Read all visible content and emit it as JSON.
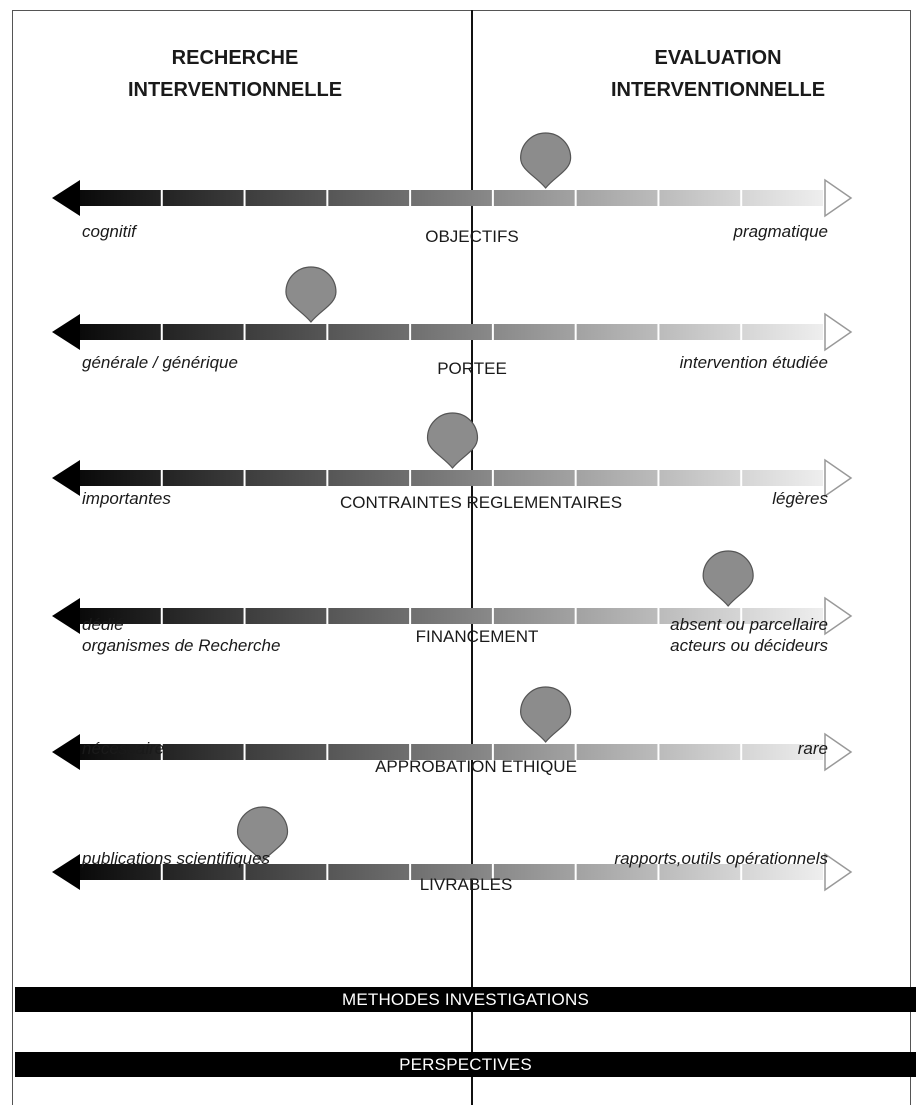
{
  "header": {
    "left_line1": "RECHERCHE",
    "left_line2": "INTERVENTIONNELLE",
    "right_line1": "EVALUATION",
    "right_line2": "INTERVENTIONNELLE"
  },
  "segments_count": 9,
  "colors": {
    "pin": "#8c8c8c",
    "pin_stroke": "#555555",
    "gradient_start": "#000000",
    "gradient_end": "#ffffff",
    "band": "#000000"
  },
  "axes": [
    {
      "left_label": "cognitif",
      "center_label": "OBJECTIFS",
      "right_label": "pragmatique",
      "marker_position": 0.625
    },
    {
      "left_label": "générale / générique",
      "center_label": "PORTEE",
      "right_label": "intervention étudiée",
      "marker_position": 0.31
    },
    {
      "left_label": "importantes",
      "center_label": "CONTRAINTES REGLEMENTAIRES",
      "right_label": "légères",
      "marker_position": 0.5
    },
    {
      "left_label": "dédié",
      "left_label_2": "organismes de Recherche",
      "center_label": "FINANCEMENT",
      "right_label": "absent ou parcellaire",
      "right_label_2": "acteurs ou décideurs",
      "marker_position": 0.87
    },
    {
      "left_label": "nécessaire",
      "center_label": "APPROBATION ETHIQUE",
      "right_label": "rare",
      "marker_position": 0.625
    },
    {
      "left_label": "publications scientifiques",
      "center_label": "LIVRABLES",
      "right_label": "rapports,outils opérationnels",
      "marker_position": 0.245
    }
  ],
  "bands": {
    "methods": "METHODES INVESTIGATIONS",
    "perspectives": "PERSPECTIVES"
  }
}
